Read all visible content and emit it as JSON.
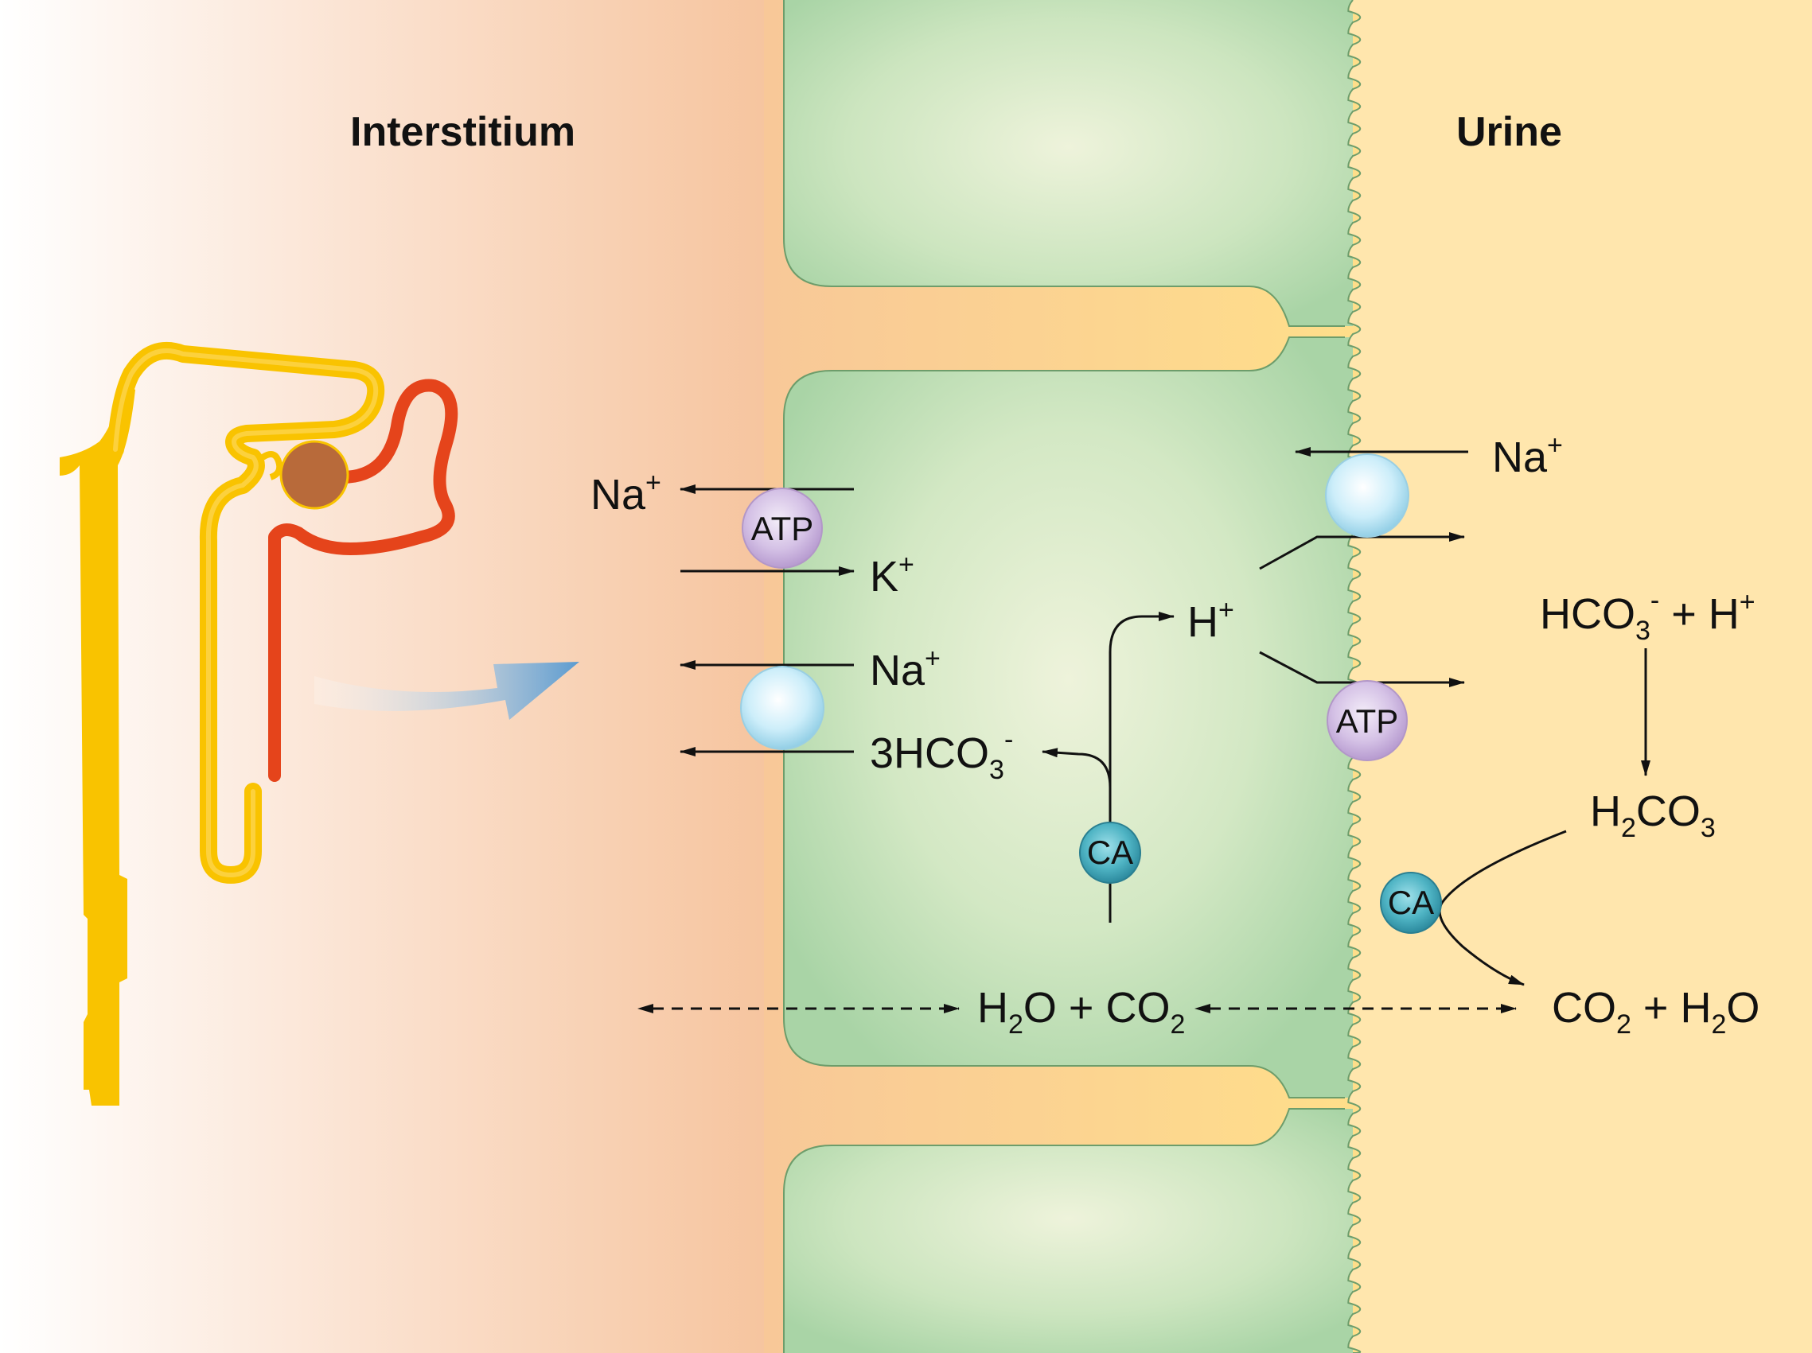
{
  "colors": {
    "interstitium": "#f7c5a0",
    "urine": "#ffe7b0",
    "junction": "#fbd7a0",
    "cell_green": "#a8d5a6",
    "cell_center": "#e9f1d7",
    "nephron_yellow": "#f9c300",
    "vessel_red": "#e5441b",
    "glomerulus": "#b86a3a",
    "atp_purple": "#cdb6e0",
    "carrier_blue": "#bfe8f5",
    "ca_teal": "#3ea6b8",
    "arrow_blue": "#6aa6d4"
  },
  "labels": {
    "interstitium": "Interstitium",
    "urine": "Urine"
  },
  "basolateral": {
    "na_out": {
      "main": "Na",
      "sup": "+"
    },
    "k_in": {
      "main": "K",
      "sup": "+"
    },
    "na_cotransport": {
      "main": "Na",
      "sup": "+"
    },
    "hco3_cotransport": {
      "pre": "3HCO",
      "sub": "3",
      "sup": "-"
    },
    "atp": "ATP"
  },
  "intracellular": {
    "h": {
      "main": "H",
      "sup": "+"
    },
    "ca": "CA",
    "h2o_co2": {
      "h": "H",
      "sub1": "2",
      "o": "O + CO",
      "sub2": "2"
    }
  },
  "apical": {
    "na_in": {
      "main": "Na",
      "sup": "+"
    },
    "atp": "ATP",
    "ca": "CA"
  },
  "lumen": {
    "hco3_h": {
      "pre": "HCO",
      "sub": "3",
      "sup1": "-",
      "mid": " + H",
      "sup2": "+"
    },
    "h2co3": {
      "h": "H",
      "sub1": "2",
      "co": "CO",
      "sub2": "3"
    },
    "co2_h2o": {
      "co": "CO",
      "sub1": "2",
      "mid": " + H",
      "sub2": "2",
      "o": "O"
    }
  }
}
